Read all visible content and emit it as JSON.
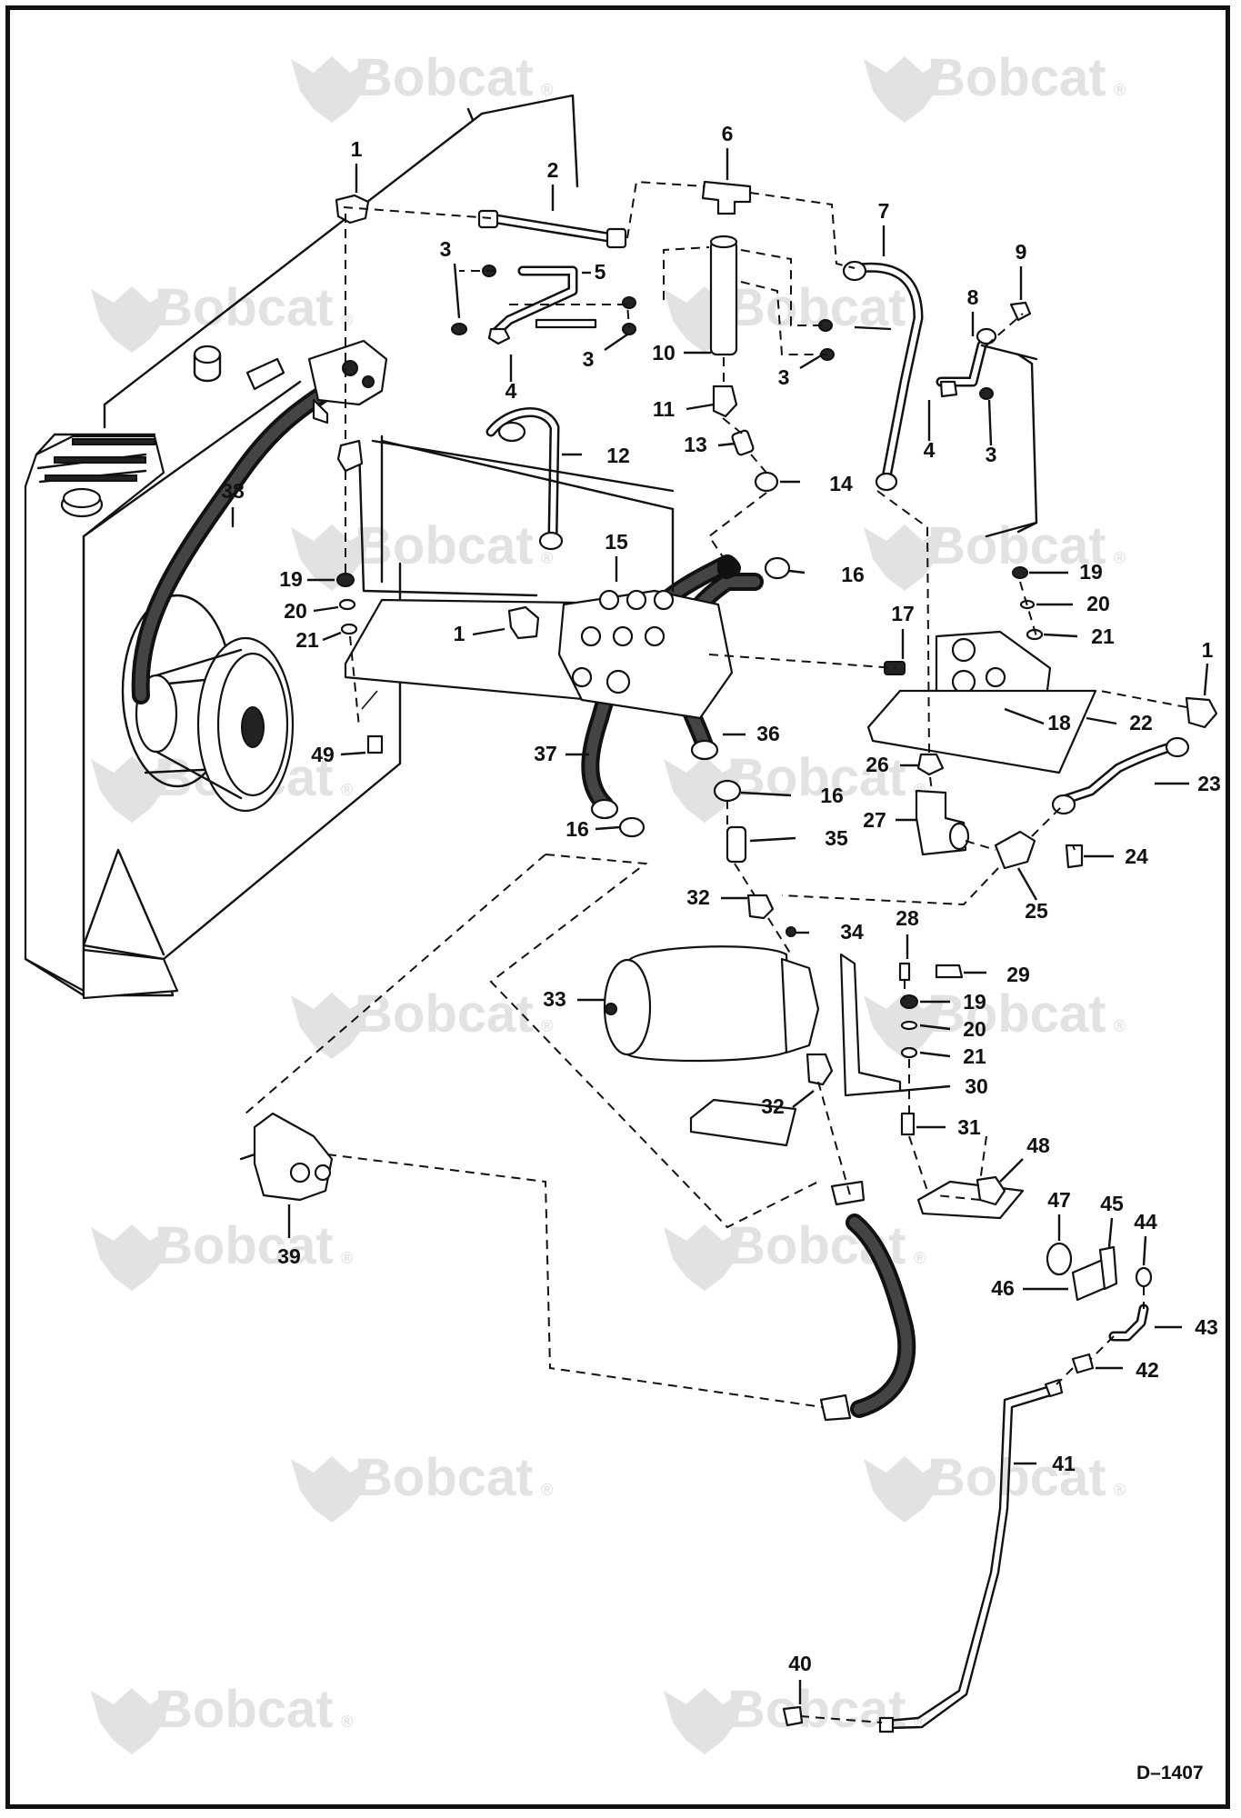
{
  "watermark": {
    "text": "Bobcat",
    "mark": "®",
    "color": "#e2e2e2"
  },
  "callouts": [
    {
      "id": "1a",
      "label": "1"
    },
    {
      "id": "2",
      "label": "2"
    },
    {
      "id": "3a",
      "label": "3"
    },
    {
      "id": "4a",
      "label": "4"
    },
    {
      "id": "5",
      "label": "5"
    },
    {
      "id": "3b",
      "label": "3"
    },
    {
      "id": "6",
      "label": "6"
    },
    {
      "id": "7",
      "label": "7"
    },
    {
      "id": "8",
      "label": "8"
    },
    {
      "id": "9",
      "label": "9"
    },
    {
      "id": "10",
      "label": "10"
    },
    {
      "id": "3c",
      "label": "3"
    },
    {
      "id": "4b",
      "label": "4"
    },
    {
      "id": "3d",
      "label": "3"
    },
    {
      "id": "11",
      "label": "11"
    },
    {
      "id": "13",
      "label": "13"
    },
    {
      "id": "14",
      "label": "14"
    },
    {
      "id": "12",
      "label": "12"
    },
    {
      "id": "38",
      "label": "38"
    },
    {
      "id": "15",
      "label": "15"
    },
    {
      "id": "16a",
      "label": "16"
    },
    {
      "id": "19a",
      "label": "19"
    },
    {
      "id": "20a",
      "label": "20"
    },
    {
      "id": "21a",
      "label": "21"
    },
    {
      "id": "1b",
      "label": "1"
    },
    {
      "id": "19b",
      "label": "19"
    },
    {
      "id": "20b",
      "label": "20"
    },
    {
      "id": "21b",
      "label": "21"
    },
    {
      "id": "1c",
      "label": "1"
    },
    {
      "id": "17",
      "label": "17"
    },
    {
      "id": "18",
      "label": "18"
    },
    {
      "id": "22",
      "label": "22"
    },
    {
      "id": "23",
      "label": "23"
    },
    {
      "id": "26",
      "label": "26"
    },
    {
      "id": "27",
      "label": "27"
    },
    {
      "id": "24",
      "label": "24"
    },
    {
      "id": "25",
      "label": "25"
    },
    {
      "id": "36",
      "label": "36"
    },
    {
      "id": "37",
      "label": "37"
    },
    {
      "id": "16b",
      "label": "16"
    },
    {
      "id": "16c",
      "label": "16"
    },
    {
      "id": "35",
      "label": "35"
    },
    {
      "id": "49",
      "label": "49"
    },
    {
      "id": "32a",
      "label": "32"
    },
    {
      "id": "34",
      "label": "34"
    },
    {
      "id": "28",
      "label": "28"
    },
    {
      "id": "29",
      "label": "29"
    },
    {
      "id": "33",
      "label": "33"
    },
    {
      "id": "19c",
      "label": "19"
    },
    {
      "id": "20c",
      "label": "20"
    },
    {
      "id": "21c",
      "label": "21"
    },
    {
      "id": "32b",
      "label": "32"
    },
    {
      "id": "30",
      "label": "30"
    },
    {
      "id": "31",
      "label": "31"
    },
    {
      "id": "48",
      "label": "48"
    },
    {
      "id": "39",
      "label": "39"
    },
    {
      "id": "47",
      "label": "47"
    },
    {
      "id": "45",
      "label": "45"
    },
    {
      "id": "44",
      "label": "44"
    },
    {
      "id": "46",
      "label": "46"
    },
    {
      "id": "43",
      "label": "43"
    },
    {
      "id": "42",
      "label": "42"
    },
    {
      "id": "41",
      "label": "41"
    },
    {
      "id": "40",
      "label": "40"
    }
  ],
  "drawing_ref": "D–1407",
  "icons": {
    "watermark": "bobcat-logo-icon",
    "fittings": "fitting-icon"
  }
}
